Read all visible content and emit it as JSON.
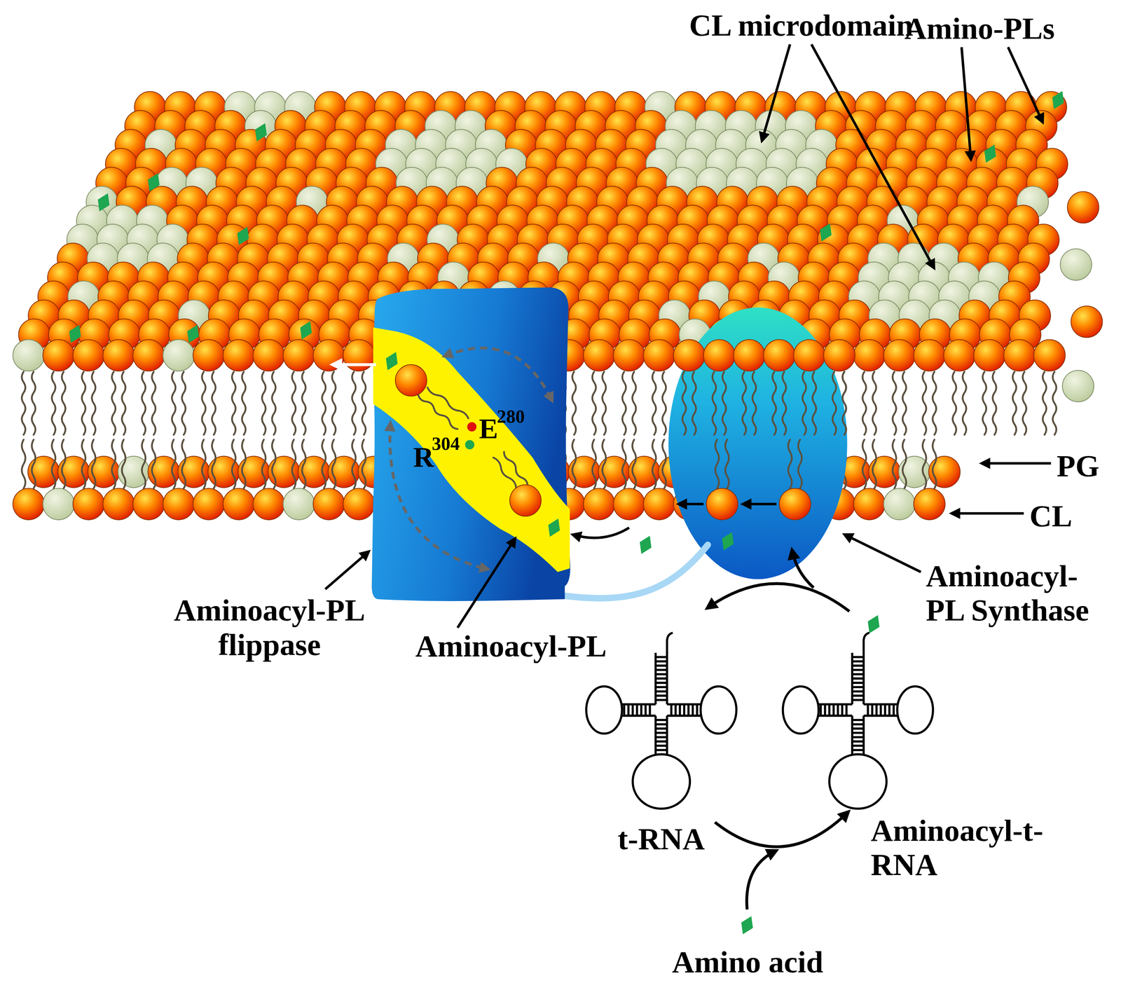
{
  "diagram": {
    "labels": [
      "CL microdomain",
      "Amino-PLs",
      "E",
      "280",
      "R",
      "304",
      "PG",
      "CL",
      "Aminoacyl-PL flippase",
      "Aminoacyl-PL",
      "Aminoacyl-PL Synthase",
      "t-RNA",
      "Aminoacyl-t-RNA",
      "Amino acid"
    ]
  }
}
